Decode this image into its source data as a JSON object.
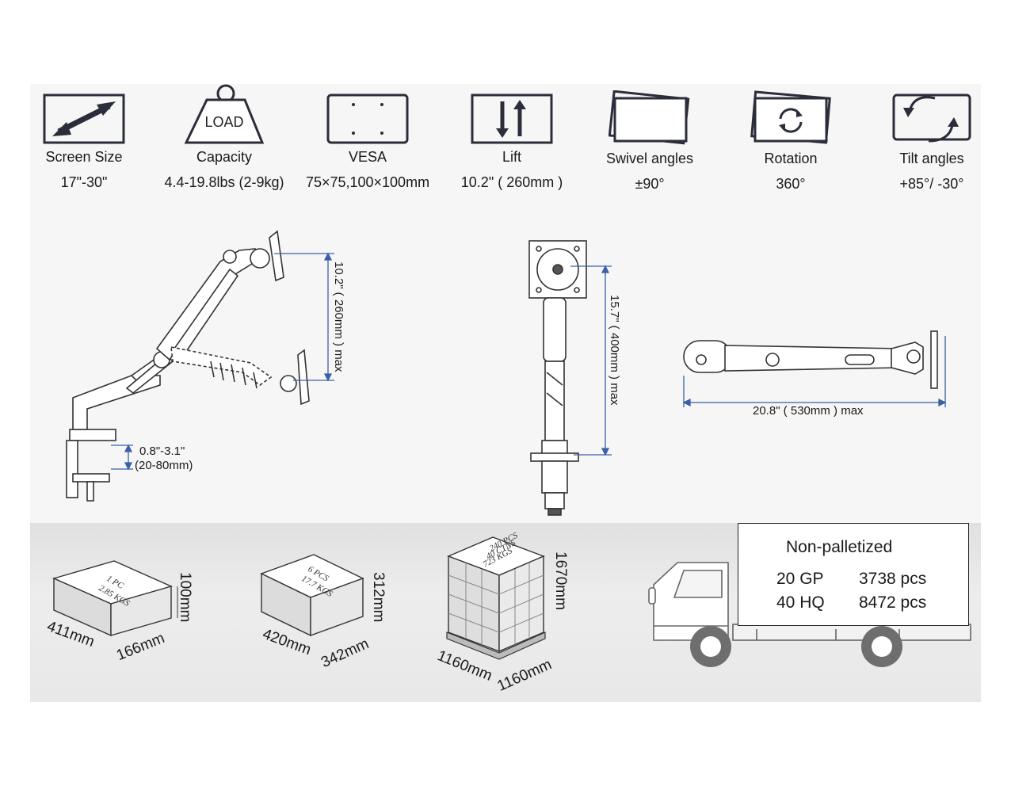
{
  "specs": [
    {
      "icon": "diagonal-arrow-icon",
      "name": "Screen Size",
      "value": "17\"-30\""
    },
    {
      "icon": "load-weight-icon",
      "name": "Capacity",
      "value": "4.4-19.8lbs (2-9kg)",
      "icon_text": "LOAD"
    },
    {
      "icon": "vesa-pattern-icon",
      "name": "VESA",
      "value": "75×75,100×100mm"
    },
    {
      "icon": "lift-arrows-icon",
      "name": "Lift",
      "value": "10.2\" ( 260mm )"
    },
    {
      "icon": "swivel-icon",
      "name": "Swivel angles",
      "value": "±90°"
    },
    {
      "icon": "rotation-icon",
      "name": "Rotation",
      "value": "360°"
    },
    {
      "icon": "tilt-icon",
      "name": "Tilt angles",
      "value": "+85°/  -30°"
    }
  ],
  "dimensions": {
    "lift_range": "10.2\" ( 260mm ) max",
    "clamp_range": "0.8\"-3.1\"",
    "clamp_range_mm": "(20-80mm)",
    "height": "15.7\" ( 400mm ) max",
    "extension": "20.8\" ( 530mm ) max"
  },
  "packaging": [
    {
      "label": "1 PC",
      "weight": "2.85 KGS",
      "length": "411mm",
      "width": "166mm",
      "height": "100mm"
    },
    {
      "label": "6 PCS",
      "weight": "17.7 KGS",
      "length": "420mm",
      "width": "342mm",
      "height": "312mm"
    },
    {
      "label": "240 PCS",
      "cartons": "40 CTNS",
      "weight": "723 KGS",
      "length": "1160mm",
      "width": "1160mm",
      "height": "1670mm"
    }
  ],
  "shipping": {
    "title": "Non-palletized",
    "rows": [
      {
        "container": "20 GP",
        "qty": "3738 pcs"
      },
      {
        "container": "40 HQ",
        "qty": "8472 pcs"
      }
    ]
  },
  "colors": {
    "dimension_line": "#3b5fa8",
    "icon_stroke": "#2b2d3a"
  }
}
